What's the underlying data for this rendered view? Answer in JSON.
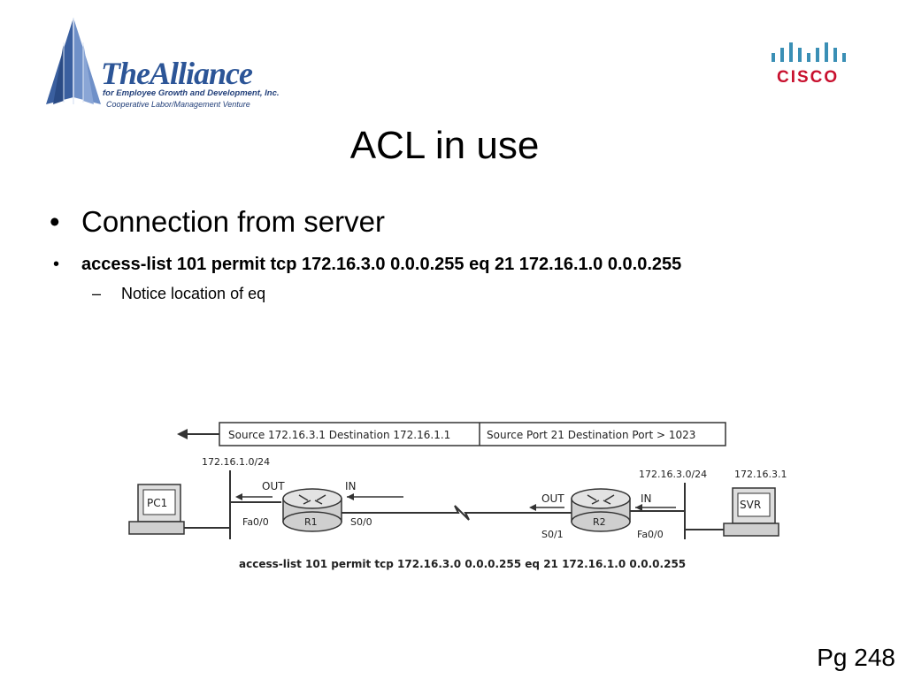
{
  "logos": {
    "alliance": {
      "brand": "TheAlliance",
      "tagline": "for Employee Growth and Development, Inc.",
      "subtagline": "Cooperative Labor/Management Venture",
      "icon": "pyramid-icon"
    },
    "cisco": {
      "brand": "CISCO",
      "icon": "cisco-bridge-icon"
    }
  },
  "slide": {
    "title": "ACL in use",
    "bullets": [
      {
        "marker": "•",
        "text": "Connection from server"
      },
      {
        "marker": "•",
        "text": "access-list 101 permit tcp 172.16.3.0 0.0.0.255 eq 21 172.16.1.0 0.0.0.255"
      }
    ],
    "subbullets": [
      {
        "marker": "–",
        "text": "Notice location of eq"
      }
    ],
    "page_number": "Pg 248"
  },
  "diagram": {
    "header_source_dest": "Source 172.16.3.1 Destination 172.16.1.1",
    "header_ports": "Source Port 21 Destination Port > 1023",
    "net_left": "172.16.1.0/24",
    "net_right": "172.16.3.0/24",
    "host_right_ip": "172.16.3.1",
    "pc_label": "PC1",
    "svr_label": "SVR",
    "r1": {
      "name": "R1",
      "out": "OUT",
      "in": "IN",
      "fa": "Fa0/0",
      "s": "S0/0"
    },
    "r2": {
      "name": "R2",
      "out": "OUT",
      "in": "IN",
      "fa": "Fa0/0",
      "s": "S0/1"
    },
    "acl_caption": "access-list 101 permit tcp 172.16.3.0 0.0.0.255 eq 21 172.16.1.0 0.0.0.255",
    "colors": {
      "router": "#cfcfcf",
      "line": "#333333"
    }
  }
}
